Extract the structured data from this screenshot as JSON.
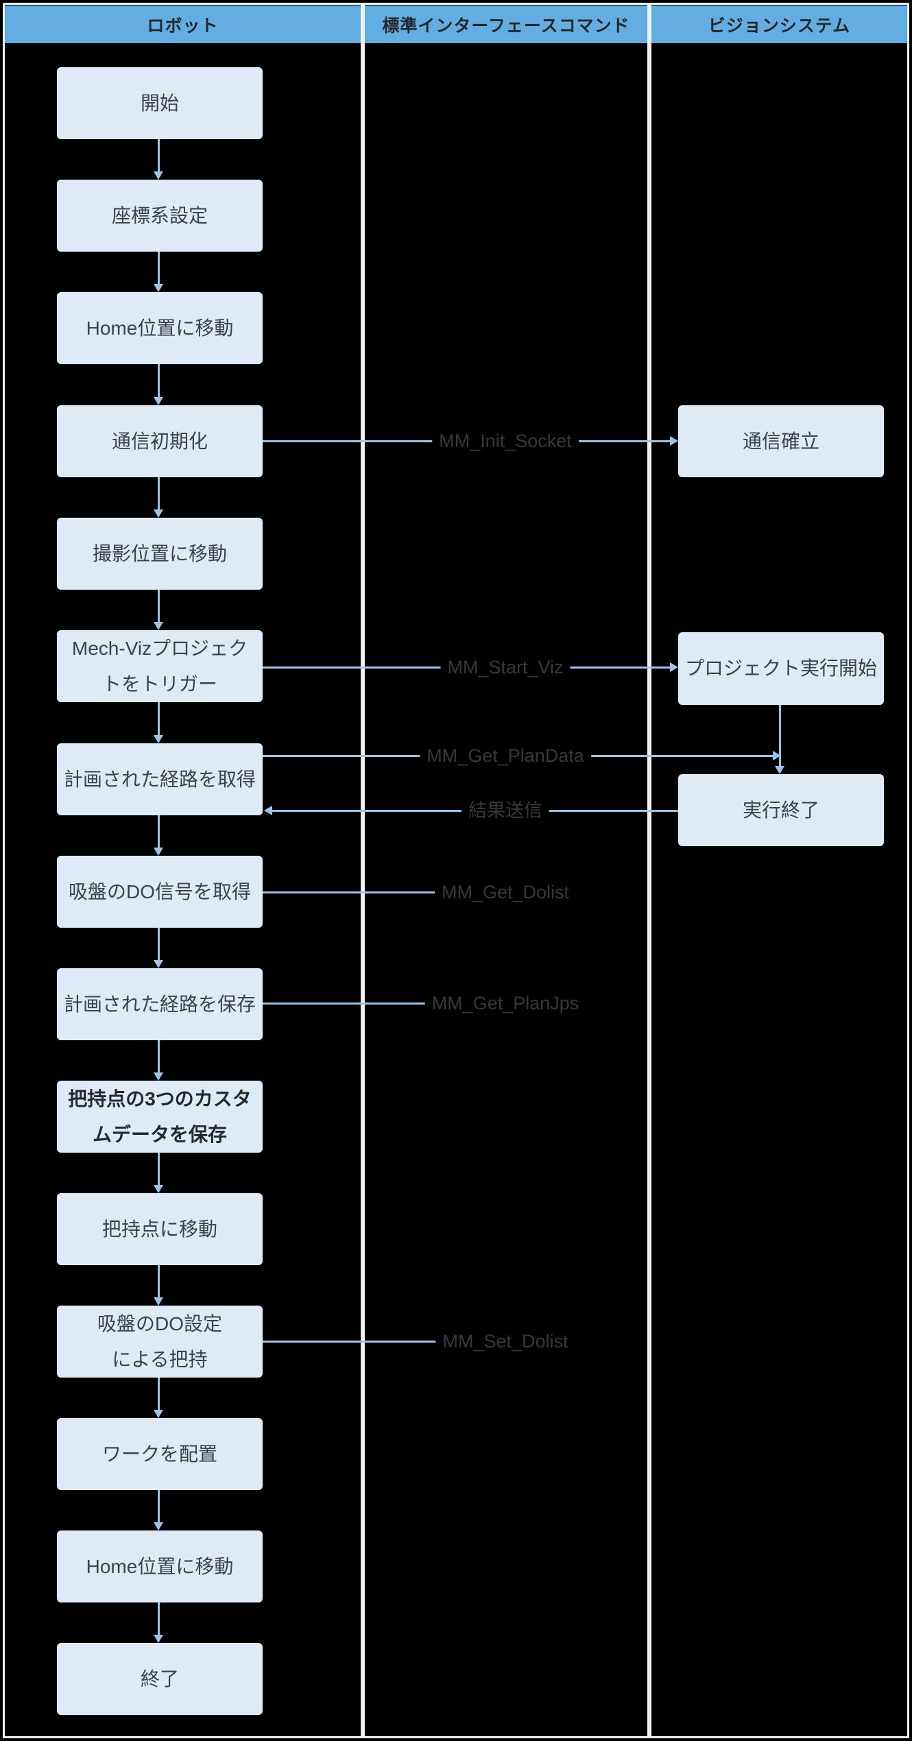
{
  "lanes": {
    "robot": {
      "title": "ロボット",
      "steps": [
        "開始",
        "座標系設定",
        "Home位置に移動",
        "通信初期化",
        "撮影位置に移動",
        "Mech-Vizプロジェク\nトをトリガー",
        "計画された経路を取得",
        "吸盤のDO信号を取得",
        "計画された経路を保存",
        "把持点の3つのカスタ\nムデータを保存",
        "把持点に移動",
        "吸盤のDO設定\nによる把持",
        "ワークを配置",
        "Home位置に移動",
        "終了"
      ]
    },
    "commands": {
      "title": "標準インターフェースコマンド",
      "items": [
        "MM_Init_Socket",
        "MM_Start_Viz",
        "MM_Get_PlanData",
        "結果送信",
        "MM_Get_Dolist",
        "MM_Get_PlanJps",
        "MM_Set_Dolist"
      ]
    },
    "vision": {
      "title": "ビジョンシステム",
      "steps": [
        "通信確立",
        "プロジェクト実行開始",
        "実行終了"
      ]
    }
  },
  "colors": {
    "background": "#000000",
    "frame": "#f0f0f0",
    "lane_header_bg": "#63ade2",
    "node_bg": "#deebf7",
    "arrow": "#9dc3e8",
    "command_text": "#35383d"
  }
}
